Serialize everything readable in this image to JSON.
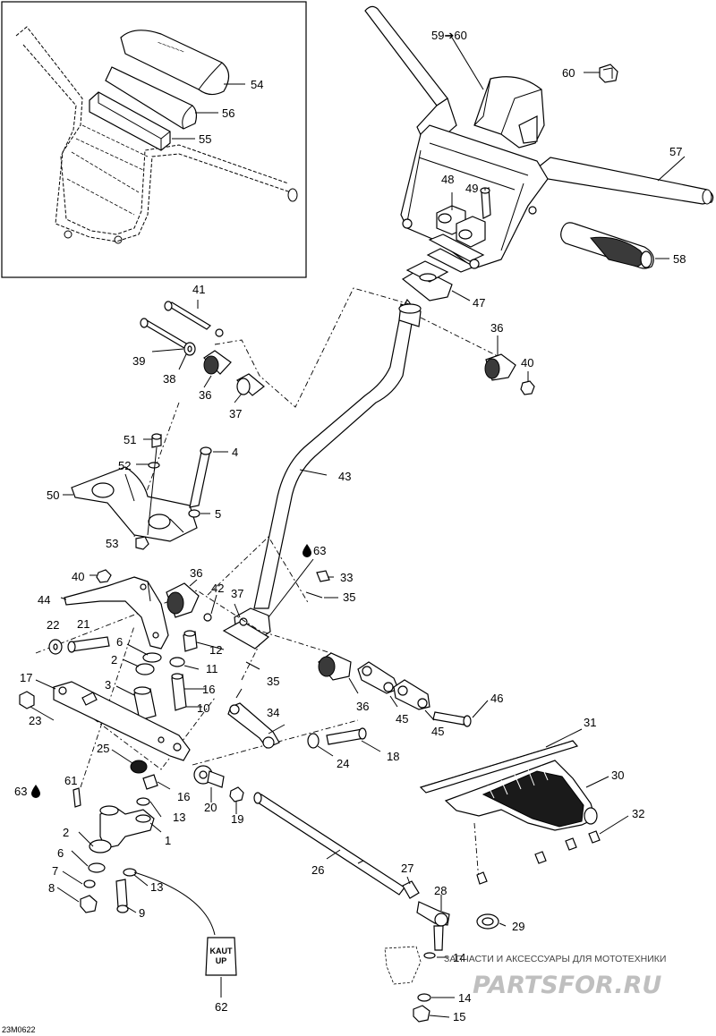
{
  "figure_code": "23M0622",
  "tag_text": [
    "KAUT",
    "UP"
  ],
  "watermark": {
    "tagline": "ЗАПЧАСТИ И АКСЕССУАРЫ ДЛЯ МОТОТЕХНИКИ",
    "logo": "PARTSFOR.RU"
  },
  "grease_symbol": "oil-drop-icon",
  "labels": [
    {
      "id": "54",
      "text": "54"
    },
    {
      "id": "56",
      "text": "56"
    },
    {
      "id": "55",
      "text": "55"
    },
    {
      "id": "59",
      "text": "59➔60"
    },
    {
      "id": "60",
      "text": "60"
    },
    {
      "id": "57",
      "text": "57"
    },
    {
      "id": "48",
      "text": "48"
    },
    {
      "id": "49",
      "text": "49"
    },
    {
      "id": "58",
      "text": "58"
    },
    {
      "id": "47",
      "text": "47"
    },
    {
      "id": "41",
      "text": "41"
    },
    {
      "id": "39",
      "text": "39"
    },
    {
      "id": "38",
      "text": "38"
    },
    {
      "id": "36a",
      "text": "36"
    },
    {
      "id": "37a",
      "text": "37"
    },
    {
      "id": "36b",
      "text": "36"
    },
    {
      "id": "40a",
      "text": "40"
    },
    {
      "id": "43",
      "text": "43"
    },
    {
      "id": "51",
      "text": "51"
    },
    {
      "id": "4",
      "text": "4"
    },
    {
      "id": "52",
      "text": "52"
    },
    {
      "id": "50",
      "text": "50"
    },
    {
      "id": "5",
      "text": "5"
    },
    {
      "id": "53",
      "text": "53"
    },
    {
      "id": "63a",
      "text": "63"
    },
    {
      "id": "33",
      "text": "33"
    },
    {
      "id": "35a",
      "text": "35"
    },
    {
      "id": "40b",
      "text": "40"
    },
    {
      "id": "36c",
      "text": "36"
    },
    {
      "id": "42",
      "text": "42"
    },
    {
      "id": "37b",
      "text": "37"
    },
    {
      "id": "44",
      "text": "44"
    },
    {
      "id": "22",
      "text": "22"
    },
    {
      "id": "21",
      "text": "21"
    },
    {
      "id": "6a",
      "text": "6"
    },
    {
      "id": "12",
      "text": "12"
    },
    {
      "id": "2a",
      "text": "2"
    },
    {
      "id": "11",
      "text": "11"
    },
    {
      "id": "35b",
      "text": "35"
    },
    {
      "id": "17",
      "text": "17"
    },
    {
      "id": "3",
      "text": "3"
    },
    {
      "id": "16a",
      "text": "16"
    },
    {
      "id": "10",
      "text": "10"
    },
    {
      "id": "34",
      "text": "34"
    },
    {
      "id": "36d",
      "text": "36"
    },
    {
      "id": "46",
      "text": "46"
    },
    {
      "id": "23",
      "text": "23"
    },
    {
      "id": "45a",
      "text": "45"
    },
    {
      "id": "45b",
      "text": "45"
    },
    {
      "id": "31",
      "text": "31"
    },
    {
      "id": "24",
      "text": "24"
    },
    {
      "id": "18",
      "text": "18"
    },
    {
      "id": "25",
      "text": "25"
    },
    {
      "id": "16b",
      "text": "16"
    },
    {
      "id": "30",
      "text": "30"
    },
    {
      "id": "63b",
      "text": "63"
    },
    {
      "id": "61",
      "text": "61"
    },
    {
      "id": "20",
      "text": "20"
    },
    {
      "id": "19",
      "text": "19"
    },
    {
      "id": "13a",
      "text": "13"
    },
    {
      "id": "32",
      "text": "32"
    },
    {
      "id": "1",
      "text": "1"
    },
    {
      "id": "2b",
      "text": "2"
    },
    {
      "id": "6b",
      "text": "6"
    },
    {
      "id": "26",
      "text": "26"
    },
    {
      "id": "27",
      "text": "27"
    },
    {
      "id": "7",
      "text": "7"
    },
    {
      "id": "13b",
      "text": "13"
    },
    {
      "id": "28",
      "text": "28"
    },
    {
      "id": "8",
      "text": "8"
    },
    {
      "id": "9",
      "text": "9"
    },
    {
      "id": "29",
      "text": "29"
    },
    {
      "id": "14a",
      "text": "14"
    },
    {
      "id": "14b",
      "text": "14"
    },
    {
      "id": "62",
      "text": "62"
    },
    {
      "id": "15",
      "text": "15"
    }
  ]
}
